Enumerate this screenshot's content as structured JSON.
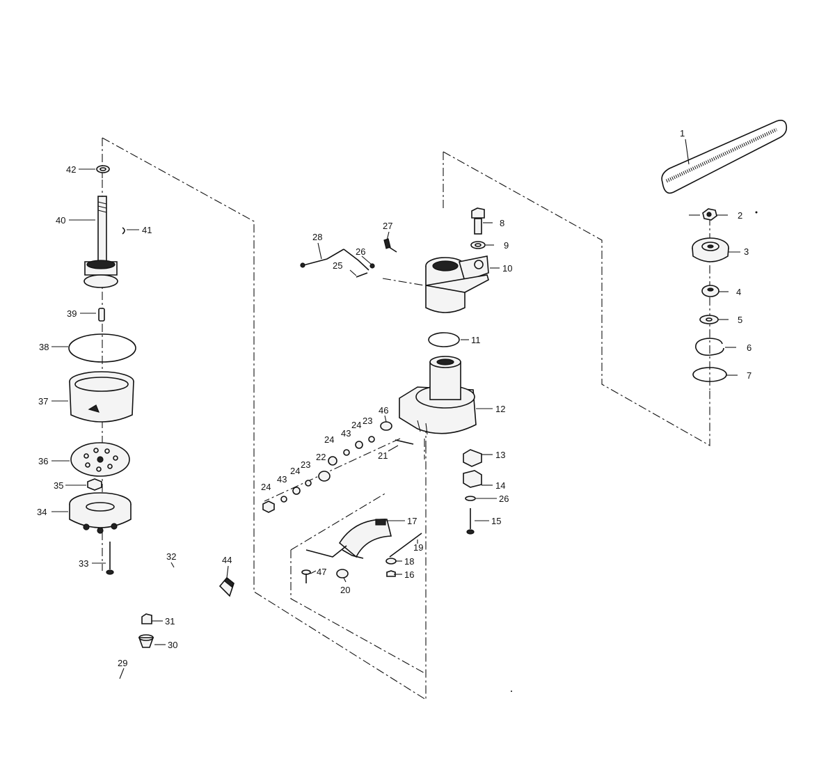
{
  "callouts": [
    {
      "id": "c1",
      "label": "1"
    },
    {
      "id": "c2",
      "label": "2"
    },
    {
      "id": "c3",
      "label": "3"
    },
    {
      "id": "c4",
      "label": "4"
    },
    {
      "id": "c5",
      "label": "5"
    },
    {
      "id": "c6",
      "label": "6"
    },
    {
      "id": "c7",
      "label": "7"
    },
    {
      "id": "c8",
      "label": "8"
    },
    {
      "id": "c9",
      "label": "9"
    },
    {
      "id": "c10",
      "label": "10"
    },
    {
      "id": "c11",
      "label": "11"
    },
    {
      "id": "c12",
      "label": "12"
    },
    {
      "id": "c13",
      "label": "13"
    },
    {
      "id": "c14",
      "label": "14"
    },
    {
      "id": "c15",
      "label": "15"
    },
    {
      "id": "c16",
      "label": "16"
    },
    {
      "id": "c17",
      "label": "17"
    },
    {
      "id": "c18",
      "label": "18"
    },
    {
      "id": "c19",
      "label": "19"
    },
    {
      "id": "c20",
      "label": "20"
    },
    {
      "id": "c21",
      "label": "21"
    },
    {
      "id": "c22",
      "label": "22"
    },
    {
      "id": "c23a",
      "label": "23"
    },
    {
      "id": "c23b",
      "label": "23"
    },
    {
      "id": "c24a",
      "label": "24"
    },
    {
      "id": "c24b",
      "label": "24"
    },
    {
      "id": "c24c",
      "label": "24"
    },
    {
      "id": "c24d",
      "label": "24"
    },
    {
      "id": "c25",
      "label": "25"
    },
    {
      "id": "c26a",
      "label": "26"
    },
    {
      "id": "c26b",
      "label": "26"
    },
    {
      "id": "c27",
      "label": "27"
    },
    {
      "id": "c28",
      "label": "28"
    },
    {
      "id": "c29",
      "label": "29"
    },
    {
      "id": "c30",
      "label": "30"
    },
    {
      "id": "c31",
      "label": "31"
    },
    {
      "id": "c32",
      "label": "32"
    },
    {
      "id": "c33",
      "label": "33"
    },
    {
      "id": "c34",
      "label": "34"
    },
    {
      "id": "c35",
      "label": "35"
    },
    {
      "id": "c36",
      "label": "36"
    },
    {
      "id": "c37",
      "label": "37"
    },
    {
      "id": "c38",
      "label": "38"
    },
    {
      "id": "c39",
      "label": "39"
    },
    {
      "id": "c40",
      "label": "40"
    },
    {
      "id": "c41",
      "label": "41"
    },
    {
      "id": "c42",
      "label": "42"
    },
    {
      "id": "c43a",
      "label": "43"
    },
    {
      "id": "c43b",
      "label": "43"
    },
    {
      "id": "c44",
      "label": "44"
    },
    {
      "id": "c46",
      "label": "46"
    },
    {
      "id": "c47",
      "label": "47"
    }
  ]
}
